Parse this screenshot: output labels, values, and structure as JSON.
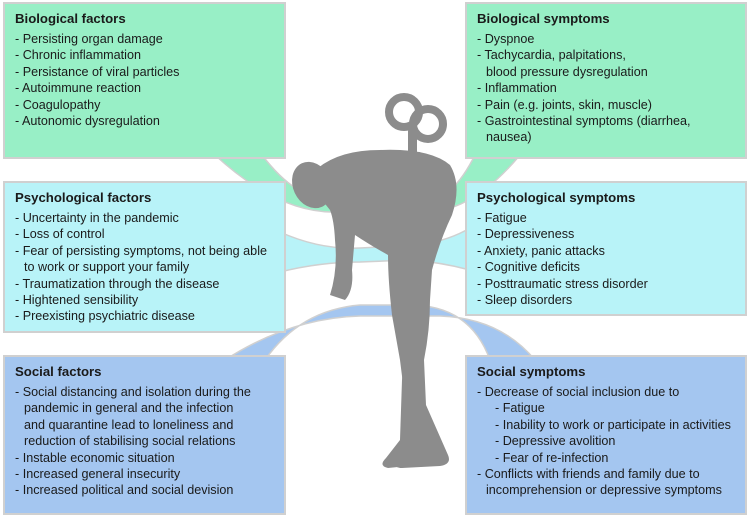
{
  "colors": {
    "biological": "#98efc6",
    "psychological": "#b8f3f8",
    "social": "#a4c6f0",
    "figure": "#8c8c8c",
    "border": "#d0d0d0"
  },
  "figure_icon": "person-with-windup-key-icon",
  "bio_factors": {
    "title": "Biological factors",
    "items": [
      "- Persisting organ damage",
      "- Chronic inflammation",
      "- Persistance of viral particles",
      "- Autoimmune reaction",
      "- Coagulopathy",
      "- Autonomic dysregulation"
    ]
  },
  "psy_factors": {
    "title": "Psychological factors",
    "items": [
      "- Uncertainty in the pandemic",
      "- Loss of control",
      "- Fear of persisting symptoms, not being able",
      "  to work or support your family",
      "- Traumatization through the disease",
      "- Hightened sensibility",
      "- Preexisting psychiatric disease"
    ]
  },
  "soc_factors": {
    "title": "Social factors",
    "items": [
      "- Social distancing and isolation during the",
      "  pandemic in general and the infection",
      "  and quarantine lead to loneliness and",
      "  reduction of stabilising social relations",
      "- Instable economic situation",
      "- Increased general insecurity",
      "- Increased political and social devision"
    ]
  },
  "bio_symptoms": {
    "title": "Biological symptoms",
    "items": [
      "- Dyspnoe",
      "- Tachycardia, palpitations,",
      "  blood pressure dysregulation",
      "- Inflammation",
      "- Pain (e.g. joints, skin, muscle)",
      "- Gastrointestinal symptoms (diarrhea,",
      "  nausea)"
    ]
  },
  "psy_symptoms": {
    "title": "Psychological symptoms",
    "items": [
      "- Fatigue",
      "- Depressiveness",
      "- Anxiety, panic attacks",
      "- Cognitive deficits",
      "- Posttraumatic stress disorder",
      "- Sleep  disorders"
    ]
  },
  "soc_symptoms": {
    "title": "Social symptoms",
    "items": [
      "- Decrease of social inclusion due to",
      "    - Fatigue",
      "    - Inability to work or participate in activities",
      "    - Depressive avolition",
      "    - Fear of re-infection",
      "- Conflicts with friends and family due to",
      "  incomprehension or depressive symptoms"
    ]
  }
}
